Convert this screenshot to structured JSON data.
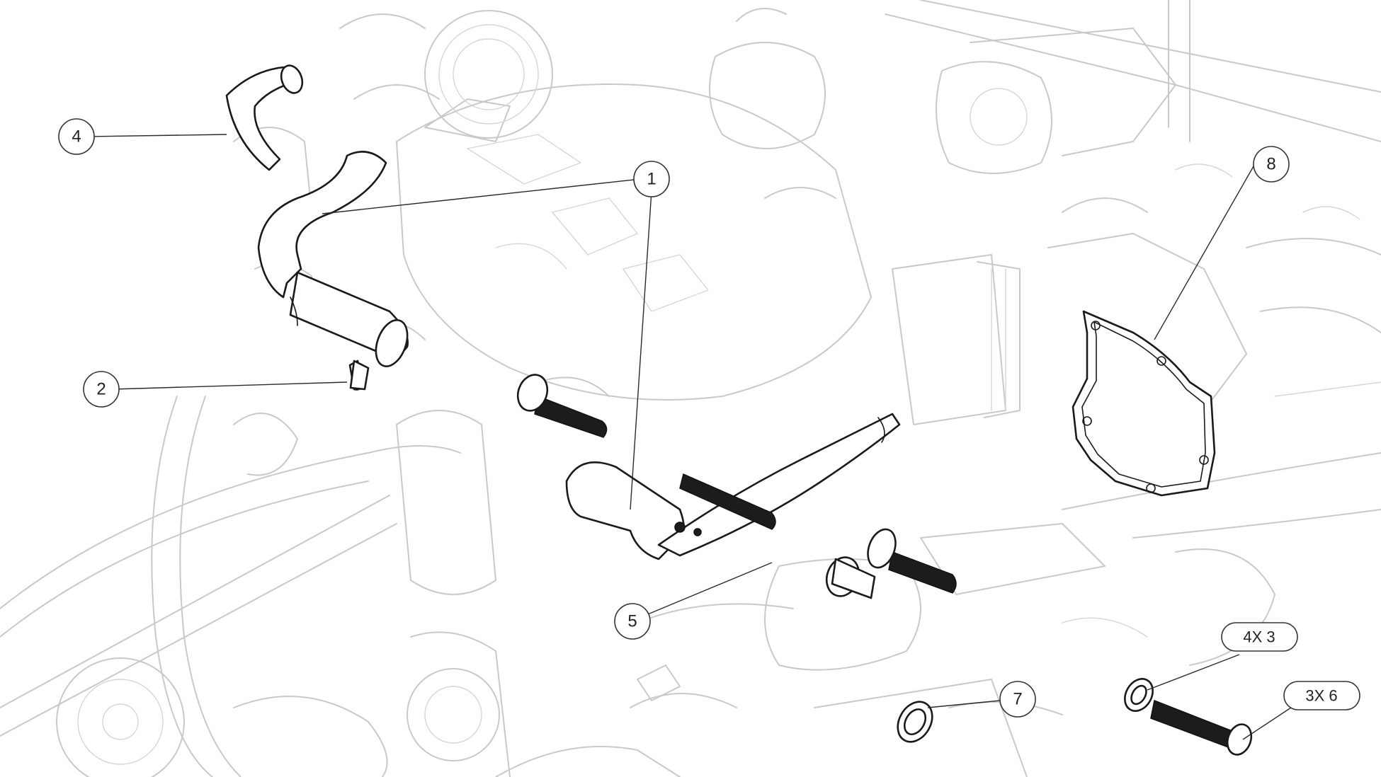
{
  "callouts": [
    {
      "id": "1",
      "label": "1"
    },
    {
      "id": "2",
      "label": "2"
    },
    {
      "id": "4",
      "label": "4"
    },
    {
      "id": "5",
      "label": "5"
    },
    {
      "id": "7",
      "label": "7"
    },
    {
      "id": "8",
      "label": "8"
    }
  ],
  "quantity_labels": [
    {
      "id": "4x3",
      "label": "4X 3"
    },
    {
      "id": "3x6",
      "label": "3X 6"
    }
  ],
  "colors": {
    "background": "#ffffff",
    "ghost_line": "#c9c9c9",
    "part_line": "#1a1a1a"
  }
}
